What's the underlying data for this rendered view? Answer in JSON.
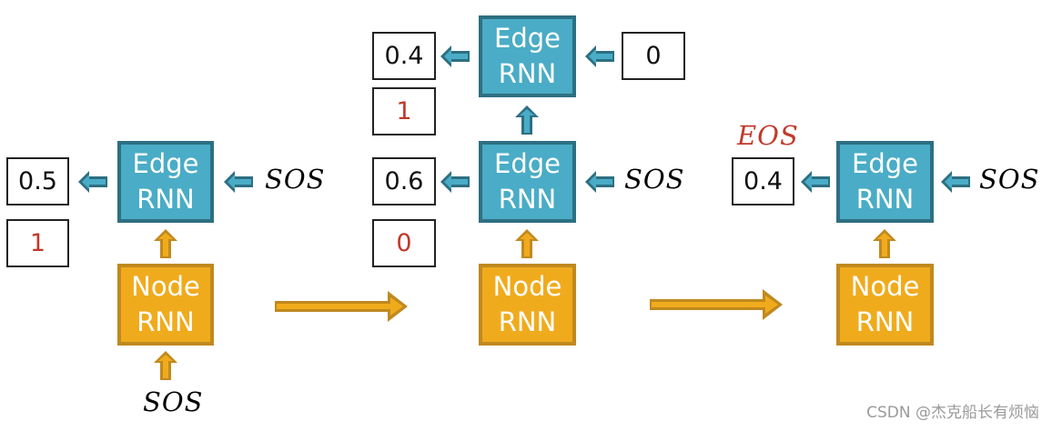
{
  "blocks": {
    "edge_line1": "Edge",
    "edge_line2": "RNN",
    "node_line1": "Node",
    "node_line2": "RNN"
  },
  "tokens": {
    "sos": "SOS",
    "eos": "EOS"
  },
  "step1": {
    "edge_output": "0.5",
    "edge_label": "1"
  },
  "step2": {
    "edge_a_output": "0.6",
    "edge_a_label": "0",
    "edge_b_output": "0.4",
    "edge_b_label": "1",
    "edge_b_input": "0"
  },
  "step3": {
    "edge_output": "0.4"
  },
  "watermark": "CSDN @杰克船长有烦恼",
  "colors": {
    "edge_fill": "#4aacc6",
    "edge_border": "#2d6f82",
    "node_fill": "#f0ab1d",
    "node_border": "#c0891f",
    "label_red": "#c0392b"
  }
}
